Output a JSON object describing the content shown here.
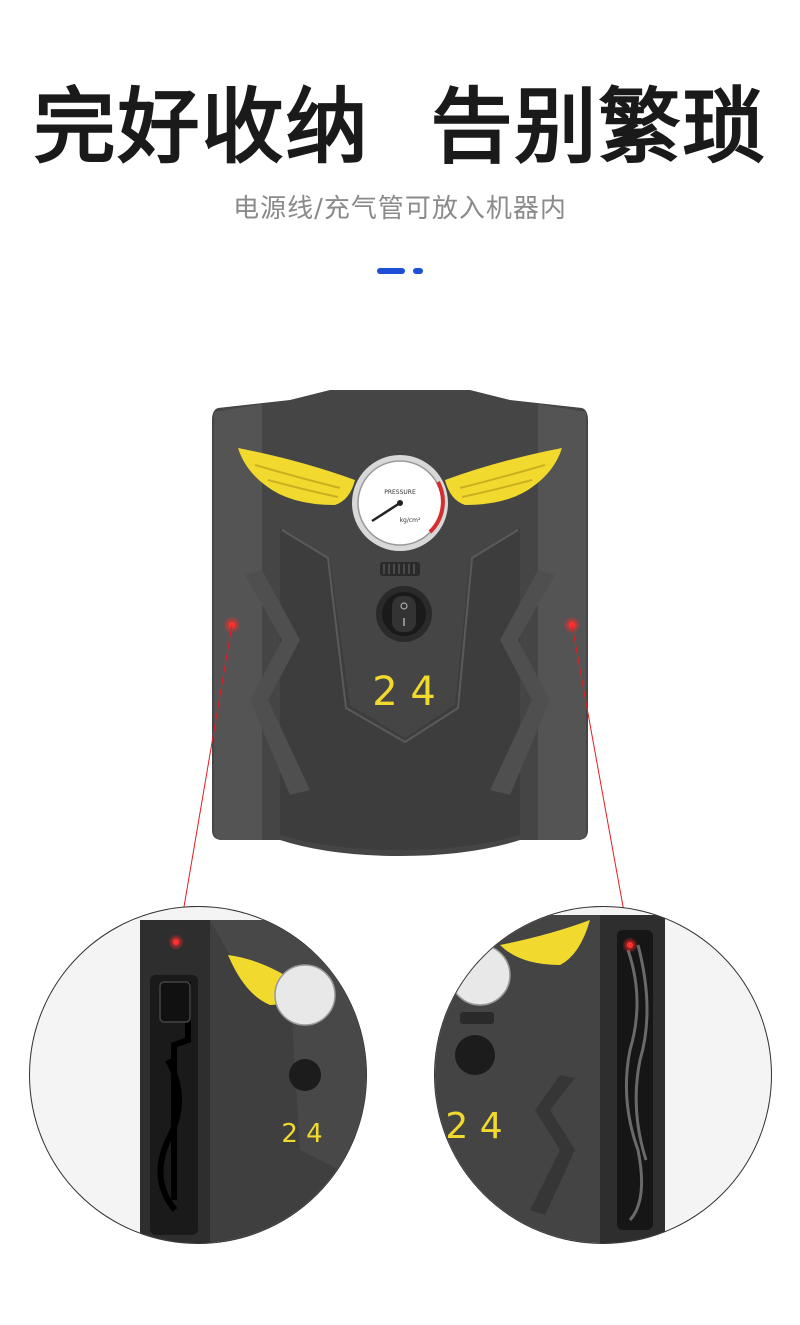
{
  "headline": "完好收纳  告别繁琐",
  "subline": "电源线/充气管可放入机器内",
  "device": {
    "display_value": "2 4",
    "gauge_unit": "kg/cm²",
    "gauge_brand": "PRESSURE"
  },
  "colors": {
    "accent": "#1f4fd6",
    "wing": "#f2d92e",
    "body": "#4a4a4a",
    "body_dark": "#3a3a3a",
    "laser": "#e51c23",
    "digit": "#f2d92e"
  }
}
